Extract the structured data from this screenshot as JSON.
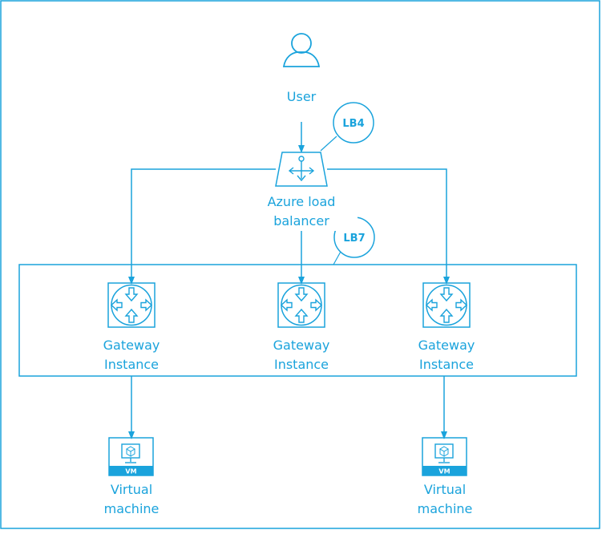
{
  "diagram": {
    "user_label": "User",
    "load_balancer_label_line1": "Azure load",
    "load_balancer_label_line2": "balancer",
    "badge_lb4": "LB4",
    "badge_lb7": "LB7",
    "gateways": [
      {
        "line1": "Gateway",
        "line2": "Instance"
      },
      {
        "line1": "Gateway",
        "line2": "Instance"
      },
      {
        "line1": "Gateway",
        "line2": "Instance"
      }
    ],
    "vms": [
      {
        "line1": "Virtual",
        "line2": "machine",
        "badge": "VM"
      },
      {
        "line1": "Virtual",
        "line2": "machine",
        "badge": "VM"
      }
    ],
    "colors": {
      "accent": "#1aa3dc",
      "background": "#ffffff"
    }
  }
}
